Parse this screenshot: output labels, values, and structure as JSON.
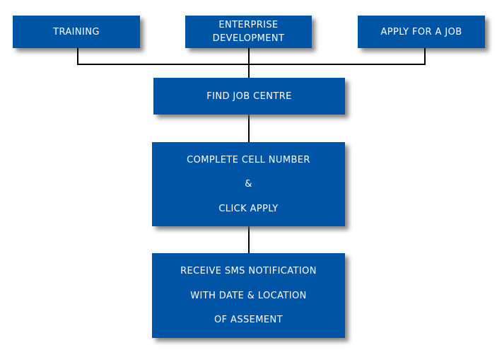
{
  "flowchart": {
    "colors": {
      "background": "#ffffff",
      "box": "#0054a6",
      "text": "#ffffff",
      "line": "#000000"
    },
    "nodes": {
      "training": {
        "lines": [
          "TRAINING"
        ]
      },
      "enterprise_development": {
        "lines": [
          "ENTERPRISE",
          "DEVELOPMENT"
        ]
      },
      "apply_for_a_job": {
        "lines": [
          "APPLY FOR A JOB"
        ]
      },
      "find_job_centre": {
        "lines": [
          "FIND JOB CENTRE"
        ]
      },
      "complete_cell_number": {
        "lines": [
          "COMPLETE CELL NUMBER",
          "&",
          "CLICK APPLY"
        ]
      },
      "receive_sms_notification": {
        "lines": [
          "RECEIVE SMS NOTIFICATION",
          "WITH DATE & LOCATION",
          "OF ASSEMENT"
        ]
      }
    }
  }
}
